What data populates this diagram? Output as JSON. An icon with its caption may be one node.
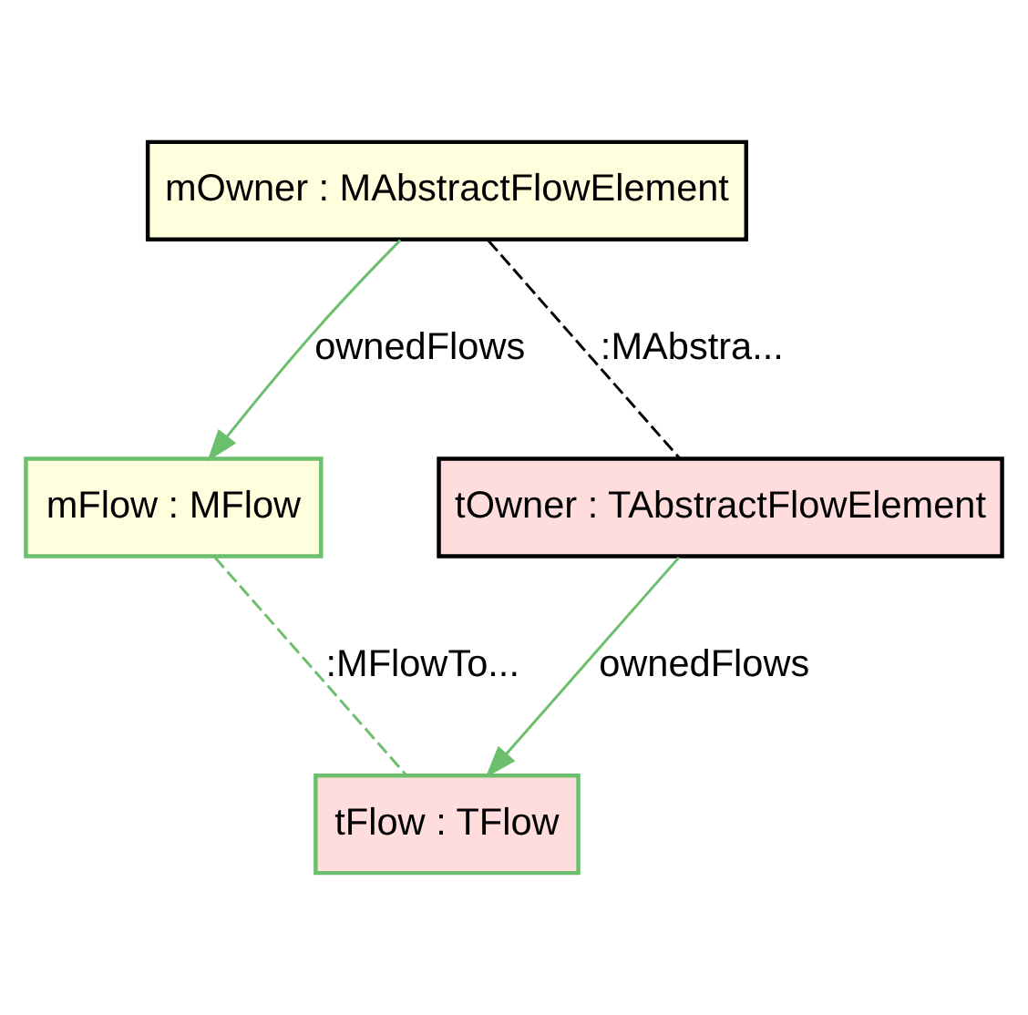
{
  "diagram": {
    "nodes": [
      {
        "text": [
          "mOwner : MAbstractFlowElement"
        ]
      },
      {
        "text": [
          "mFlow : MFlow"
        ]
      },
      {
        "text": [
          "tOwner : TAbstractFlowElement"
        ]
      },
      {
        "text": [
          "tFlow : TFlow"
        ]
      }
    ],
    "edges": [
      {
        "from": 0,
        "to": 1,
        "arrow": "to",
        "label": "ownedFlows"
      },
      {
        "from": 0,
        "to": 2,
        "arrow": "none",
        "label": ":MAbstra...",
        "style": "dashed",
        "color": "#000000"
      },
      {
        "from": 1,
        "to": 3,
        "arrow": "none",
        "label": ":MFlowTo...",
        "style": "dashed"
      },
      {
        "from": 2,
        "to": 3,
        "arrow": "to",
        "label": "ownedFlows"
      }
    ]
  }
}
